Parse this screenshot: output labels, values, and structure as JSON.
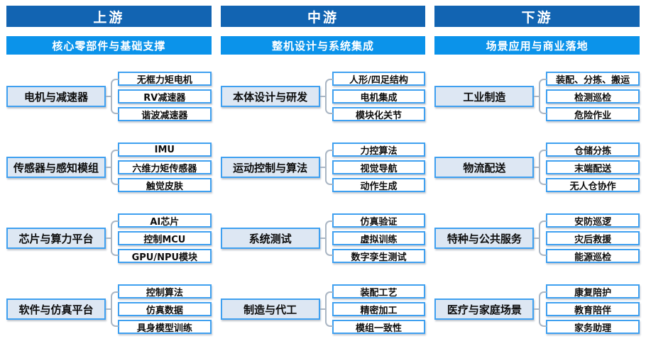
{
  "diagram": {
    "columns": [
      {
        "header": "上游",
        "subheader": "核心零部件与基础支撑",
        "groups": [
          {
            "category": "电机与减速器",
            "items": [
              "无框力矩电机",
              "RV减速器",
              "谐波减速器"
            ]
          },
          {
            "category": "传感器与感知模组",
            "items": [
              "IMU",
              "六维力矩传感器",
              "触觉皮肤"
            ]
          },
          {
            "category": "芯片与算力平台",
            "items": [
              "AI芯片",
              "控制MCU",
              "GPU/NPU模块"
            ]
          },
          {
            "category": "软件与仿真平台",
            "items": [
              "控制算法",
              "仿真数据",
              "具身模型训练"
            ]
          }
        ]
      },
      {
        "header": "中游",
        "subheader": "整机设计与系统集成",
        "groups": [
          {
            "category": "本体设计与研发",
            "items": [
              "人形/四足结构",
              "电机集成",
              "模块化关节"
            ]
          },
          {
            "category": "运动控制与算法",
            "items": [
              "力控算法",
              "视觉导航",
              "动作生成"
            ]
          },
          {
            "category": "系统测试",
            "items": [
              "仿真验证",
              "虚拟训练",
              "数字孪生测试"
            ]
          },
          {
            "category": "制造与代工",
            "items": [
              "装配工艺",
              "精密加工",
              "模组一致性"
            ]
          }
        ]
      },
      {
        "header": "下游",
        "subheader": "场景应用与商业落地",
        "groups": [
          {
            "category": "工业制造",
            "items": [
              "装配、分拣、搬运",
              "检测巡检",
              "危险作业"
            ]
          },
          {
            "category": "物流配送",
            "items": [
              "仓储分拣",
              "末端配送",
              "无人仓协作"
            ]
          },
          {
            "category": "特种与公共服务",
            "items": [
              "安防巡逻",
              "灾后救援",
              "能源巡检"
            ]
          },
          {
            "category": "医疗与家庭场景",
            "items": [
              "康复陪护",
              "教育陪伴",
              "家务助理"
            ]
          }
        ]
      }
    ]
  },
  "colors": {
    "header_bg": "#1264b2",
    "subheader_bg": "#0b93ea",
    "category_bg": "#dde7f3",
    "box_border": "#3fa0f0",
    "connector_line": "#aab6c4",
    "header_text": "#ffffff",
    "text": "#0d0d0d"
  }
}
